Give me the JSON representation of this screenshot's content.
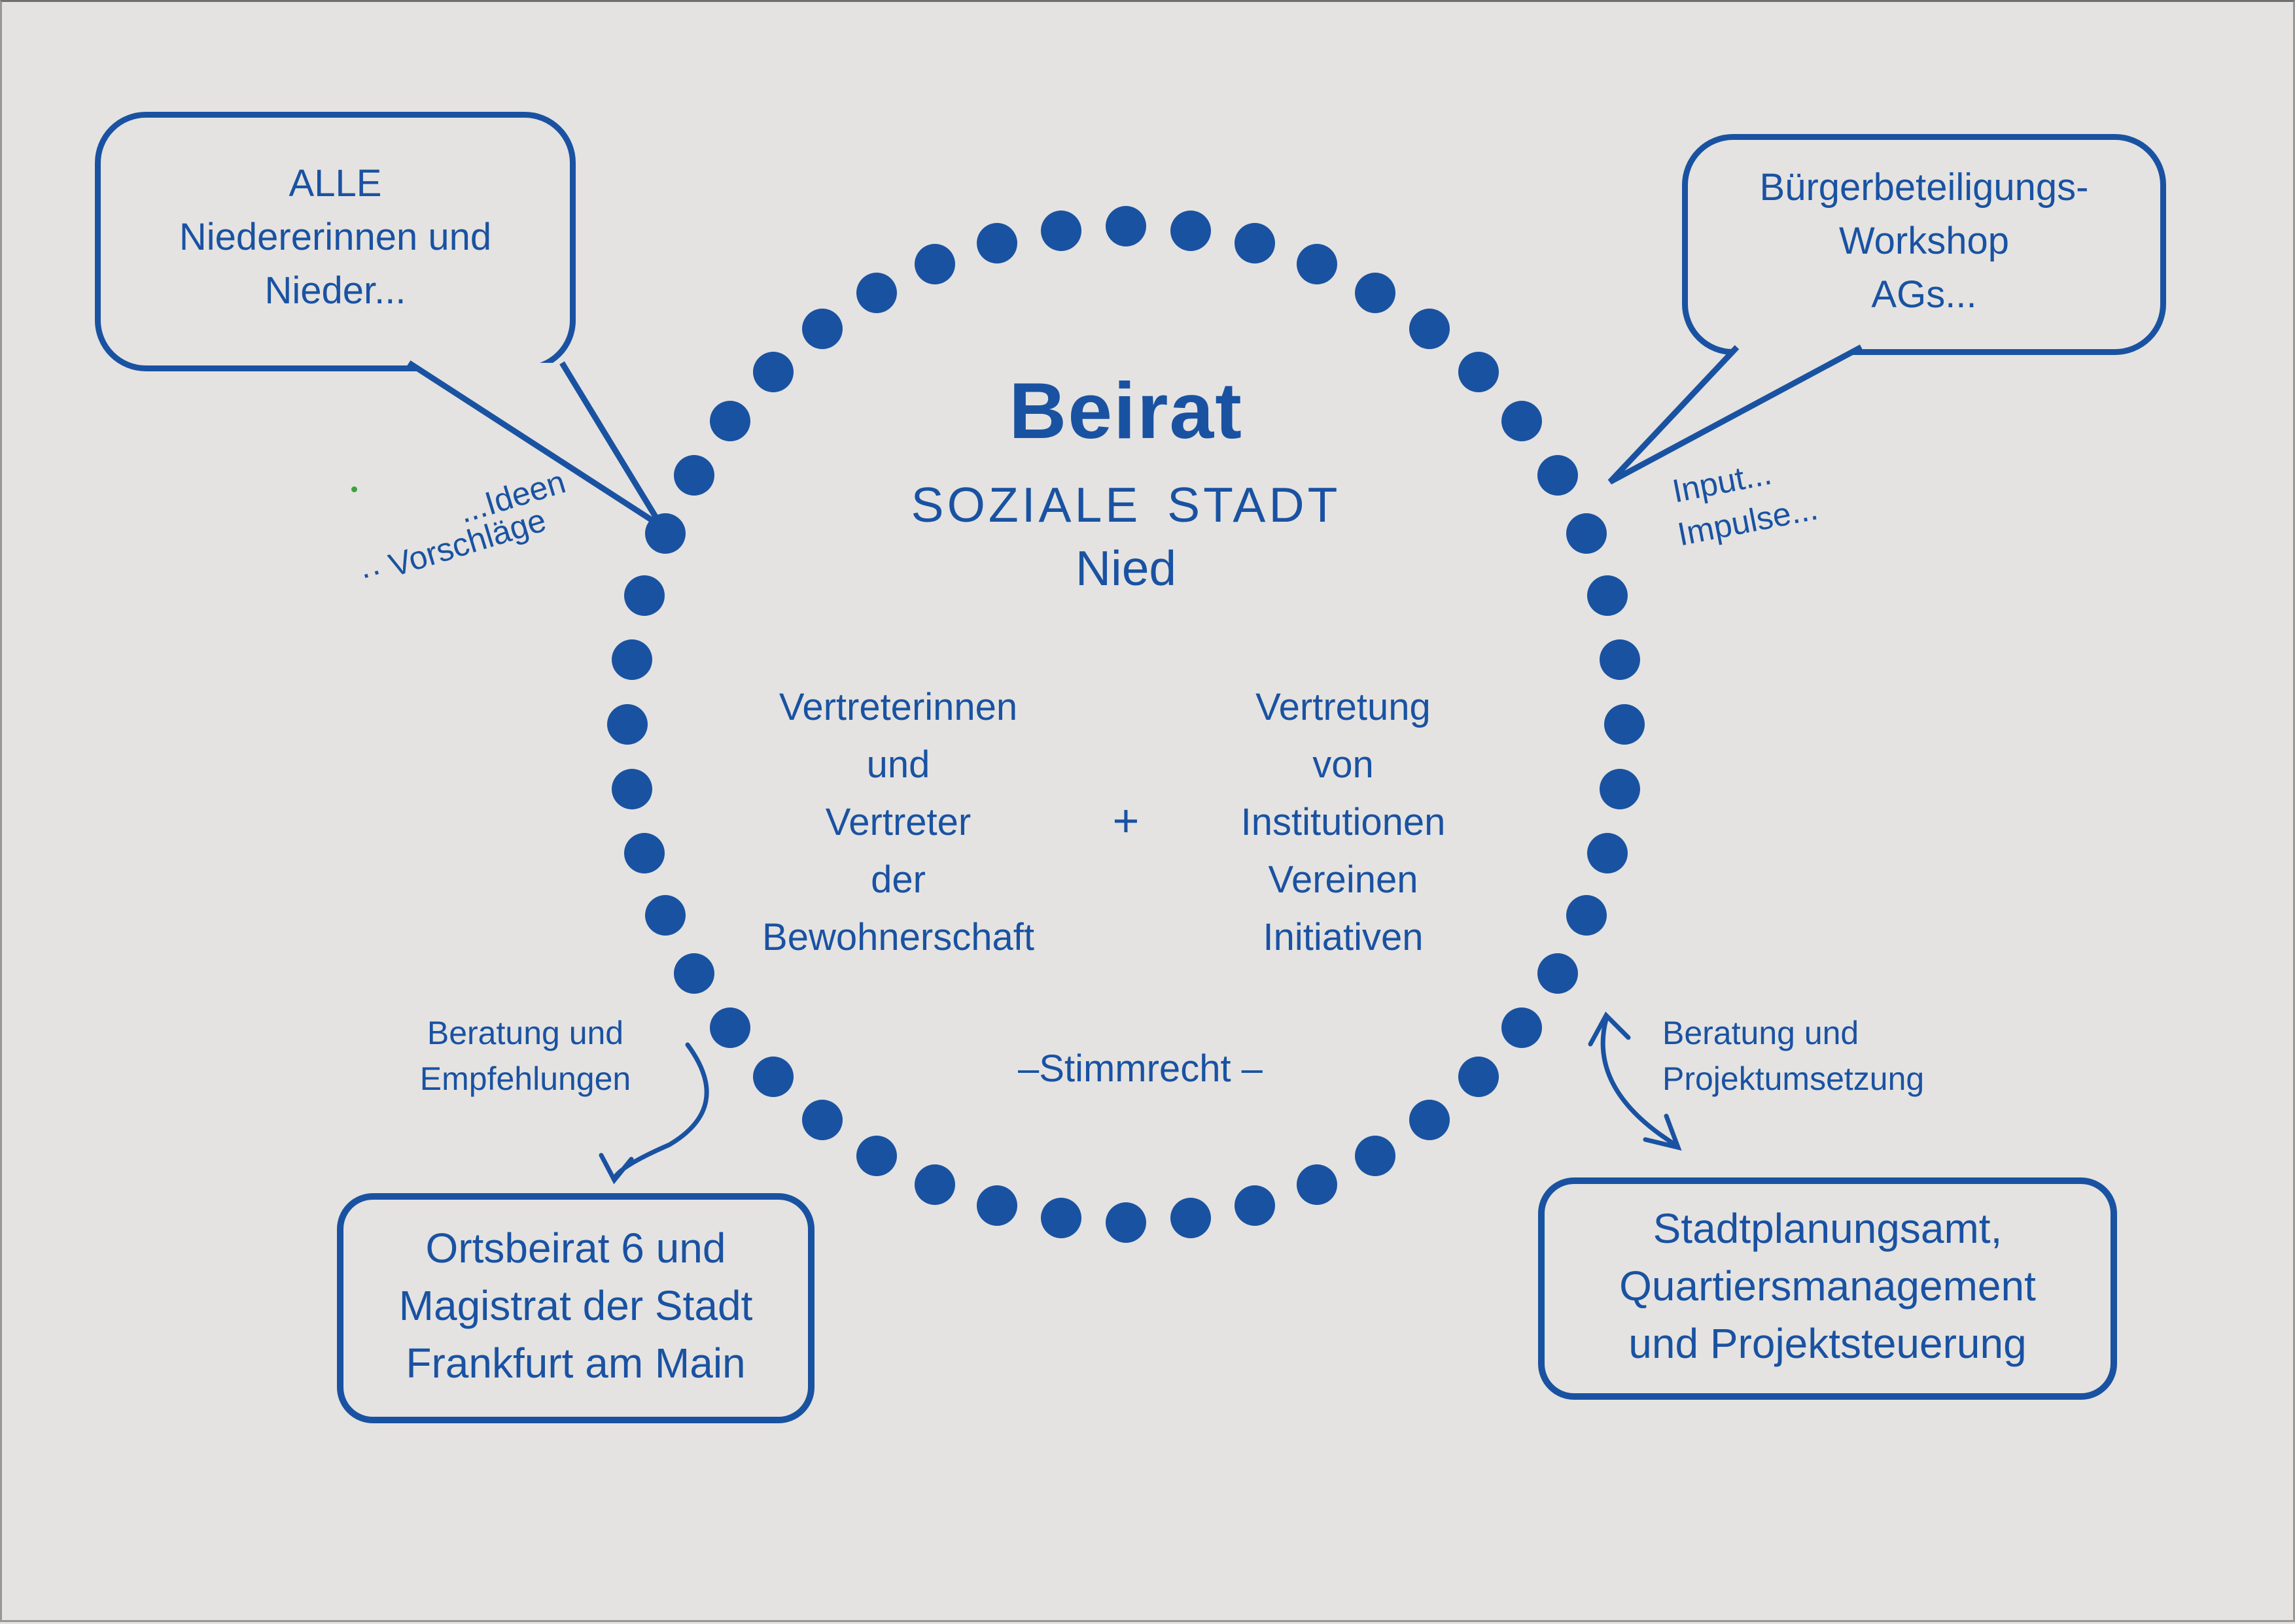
{
  "colors": {
    "blue": "#1a52a2",
    "bg": "#e4e3e1",
    "green": "#3fa23f"
  },
  "circle": {
    "title": "Beirat",
    "subtitle1": "SOZIALE STADT",
    "subtitle2": "Nied",
    "left_column": [
      "Vertreterinnen",
      "und",
      "Vertreter",
      "der",
      "Bewohnerschaft"
    ],
    "plus": "+",
    "right_column": [
      "Vertretung",
      "von",
      "Institutionen",
      "Vereinen",
      "Initiativen"
    ],
    "bottom_note": "–Stimmrecht –"
  },
  "bubbles": {
    "top_left": {
      "lines": [
        "ALLE",
        "Niedererinnen und",
        "Nieder..."
      ]
    },
    "top_right": {
      "lines": [
        "Bürgerbeteiligungs-",
        "Workshop",
        "AGs..."
      ]
    }
  },
  "boxes": {
    "bottom_left": {
      "lines": [
        "Ortsbeirat 6 und",
        "Magistrat der Stadt",
        "Frankfurt am Main"
      ]
    },
    "bottom_right": {
      "lines": [
        "Stadtplanungsamt,",
        "Quartiersmanagement",
        "und Projektsteuerung"
      ]
    }
  },
  "labels": {
    "ideen": "...Ideen",
    "vorschlaege": "·· Vorschläge",
    "input": "Input...",
    "impulse": "Impulse...",
    "beratung_links": [
      "Beratung und",
      "Empfehlungen"
    ],
    "beratung_rechts": [
      "Beratung und",
      "Projektumsetzung"
    ]
  }
}
